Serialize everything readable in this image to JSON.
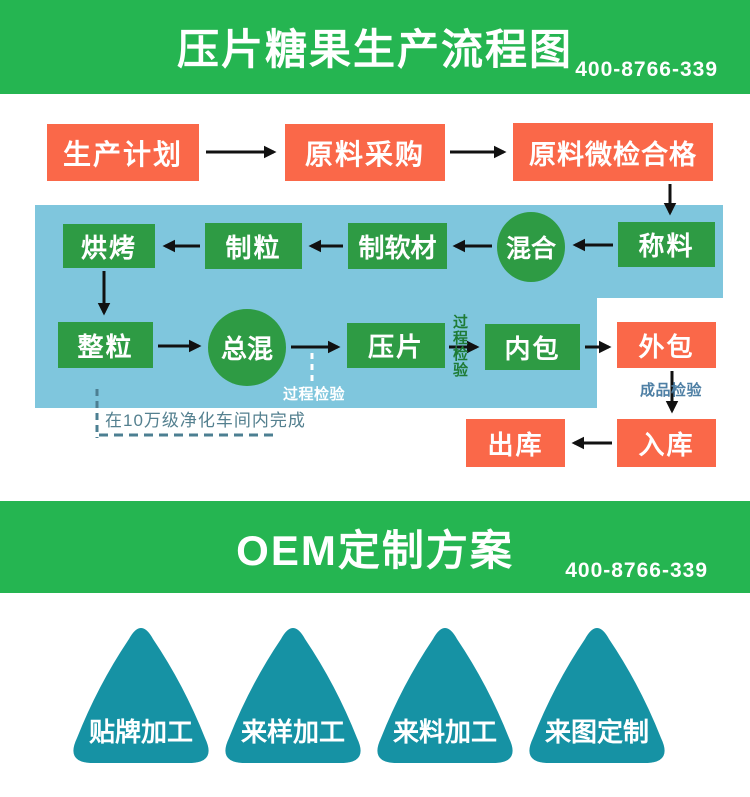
{
  "colors": {
    "banner_green": "#25b551",
    "orange": "#fa6849",
    "box_green": "#2e9b44",
    "blue_bg": "#7fc6dd",
    "teal_triangle": "#1692a4",
    "check_green": "#1e7b36",
    "slate_blue": "#4e7fa4",
    "slate_text": "#54808f",
    "arrow_black": "#111111"
  },
  "banner1": {
    "title": "压片糖果生产流程图",
    "phone": "400-8766-339"
  },
  "banner2": {
    "title": "OEM定制方案",
    "phone": "400-8766-339"
  },
  "flow": {
    "plan": "生产计划",
    "purchase": "原料采购",
    "inspect_ok": "原料微检合格",
    "weigh": "称料",
    "mix": "混合",
    "soft_material": "制软材",
    "granulate": "制粒",
    "baking": "烘烤",
    "sizing": "整粒",
    "final_mix": "总混",
    "tablet_press": "压片",
    "inner_pack": "内包",
    "outer_pack": "外包",
    "outbound": "出库",
    "inbound": "入库",
    "process_check_vertical": "过程检验",
    "process_check_white": "过程检验",
    "finished_check": "成品检验",
    "cleanroom_note": "在10万级净化车间内完成"
  },
  "oem": {
    "items": [
      "贴牌加工",
      "来样加工",
      "来料加工",
      "来图定制"
    ]
  }
}
